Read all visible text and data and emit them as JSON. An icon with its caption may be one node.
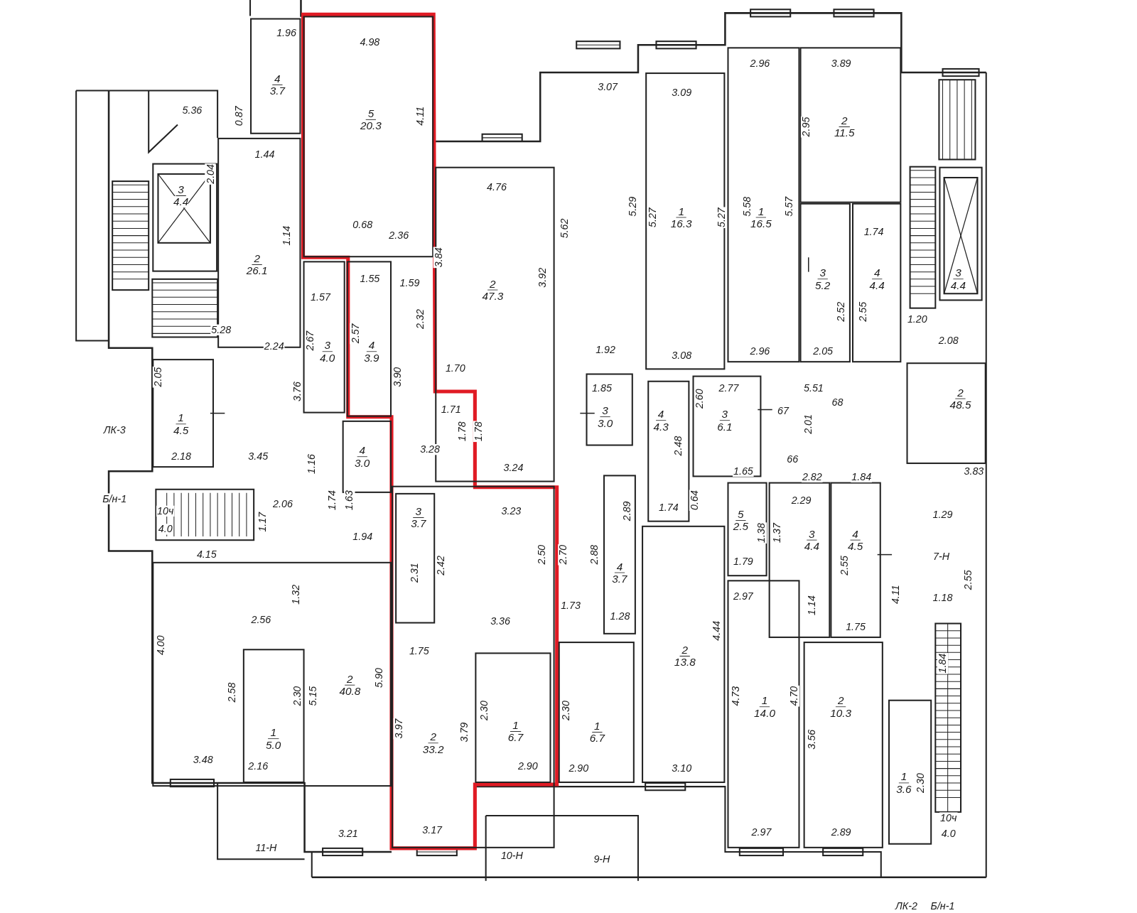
{
  "diagram": {
    "nodes": [
      {
        "text": [
          "4",
          "3.7"
        ]
      },
      {
        "text": [
          "5",
          "20.3"
        ]
      },
      {
        "text": [
          "3",
          "4.4"
        ]
      },
      {
        "text": [
          "2",
          "26.1"
        ]
      },
      {
        "text": [
          "1",
          "4.5"
        ]
      },
      {
        "text": [
          "3",
          "4.0"
        ]
      },
      {
        "text": [
          "4",
          "3.9"
        ]
      },
      {
        "text": [
          "4",
          "3.0"
        ]
      },
      {
        "text": [
          "2",
          "47.3"
        ]
      },
      {
        "text": [
          "3",
          "3.7"
        ],
        "in": 10
      },
      {
        "text": [
          "2",
          "33.2"
        ]
      },
      {
        "text": [
          "1",
          "6.7"
        ],
        "in": 10
      },
      {
        "text": [
          "1",
          "5.0"
        ],
        "in": 13
      },
      {
        "text": [
          "2",
          "40.8"
        ]
      },
      {
        "text": [
          "4",
          "3.7"
        ]
      },
      {
        "text": [
          "3",
          "3.0"
        ]
      },
      {
        "text": [
          "1",
          "6.7"
        ]
      },
      {
        "text": [
          "1",
          "16.3"
        ]
      },
      {
        "text": [
          "1",
          "16.5"
        ]
      },
      {
        "text": [
          "2",
          "11.5"
        ]
      },
      {
        "text": [
          "3",
          "5.2"
        ]
      },
      {
        "text": [
          "4",
          "4.4"
        ]
      },
      {
        "text": [
          "3",
          "4.4"
        ]
      },
      {
        "text": [
          "4",
          "4.3"
        ]
      },
      {
        "text": [
          "3",
          "6.1"
        ]
      },
      {
        "text": [
          "2",
          "48.5"
        ]
      },
      {
        "text": [
          "2",
          "13.8"
        ]
      },
      {
        "text": [
          "5",
          "2.5"
        ]
      },
      {
        "text": [
          "3",
          "4.4"
        ]
      },
      {
        "text": [
          "4",
          "4.5"
        ]
      },
      {
        "text": [
          "1",
          "14.0"
        ]
      },
      {
        "text": [
          "2",
          "10.3"
        ]
      },
      {
        "text": [
          "1",
          "3.6"
        ]
      }
    ],
    "labels": [
      "1.96",
      "4.98",
      "2.96",
      "3.89",
      "3.07",
      "3.09",
      "5.36",
      "0.87",
      "4.11",
      "2.95",
      "1.44",
      "2.04",
      "4.76",
      "5.29",
      "5.62",
      "5.27",
      "5.27",
      "5.58",
      "5.57",
      "0.68",
      "1.14",
      "2.36",
      "1.74",
      "3.84",
      "3.92",
      "1.55",
      "1.59",
      "1.57",
      "2.52",
      "2.55",
      "1.20",
      "2.32",
      "5.28",
      "2.67",
      "2.57",
      "2.08",
      "2.24",
      "1.92",
      "2.96",
      "2.05",
      "3.08",
      "1.70",
      "2.05",
      "3.90",
      "1.85",
      "2.77",
      "5.51",
      "3.76",
      "68",
      "2.60",
      "1.71",
      "67",
      "2.01",
      "ЛК-3",
      "1.78",
      "1.78",
      "2.48",
      "3.28",
      "2.18",
      "3.45",
      "66",
      "1.16",
      "3.24",
      "1.65",
      "3.83",
      "2.82",
      "1.84",
      "Б/н-1",
      "2.06",
      "1.74",
      "1.63",
      "1.74",
      "0.64",
      "2.89",
      "3.23",
      "2.29",
      "1.29",
      "10ч",
      "4.0",
      "1.38",
      "1.37",
      "1.17",
      "1.94",
      "4.15",
      "2.31",
      "2.42",
      "2.50",
      "2.70",
      "2.88",
      "1.79",
      "2.55",
      "7-Н",
      "2.55",
      "1.32",
      "1.73",
      "2.97",
      "1.14",
      "4.11",
      "1.18",
      "1.28",
      "2.56",
      "3.36",
      "1.75",
      "4.44",
      "1.75",
      "4.00",
      "1.84",
      "5.90",
      "2.58",
      "2.30",
      "5.15",
      "4.73",
      "4.70",
      "2.30",
      "2.30",
      "3.97",
      "3.79",
      "3.56",
      "3.48",
      "2.16",
      "2.90",
      "2.90",
      "3.10",
      "2.30",
      "3.21",
      "3.17",
      "2.97",
      "2.89",
      "10ч",
      "4.0",
      "11-Н",
      "10-Н",
      "9-Н",
      "ЛК-2",
      "Б/н-1"
    ]
  }
}
